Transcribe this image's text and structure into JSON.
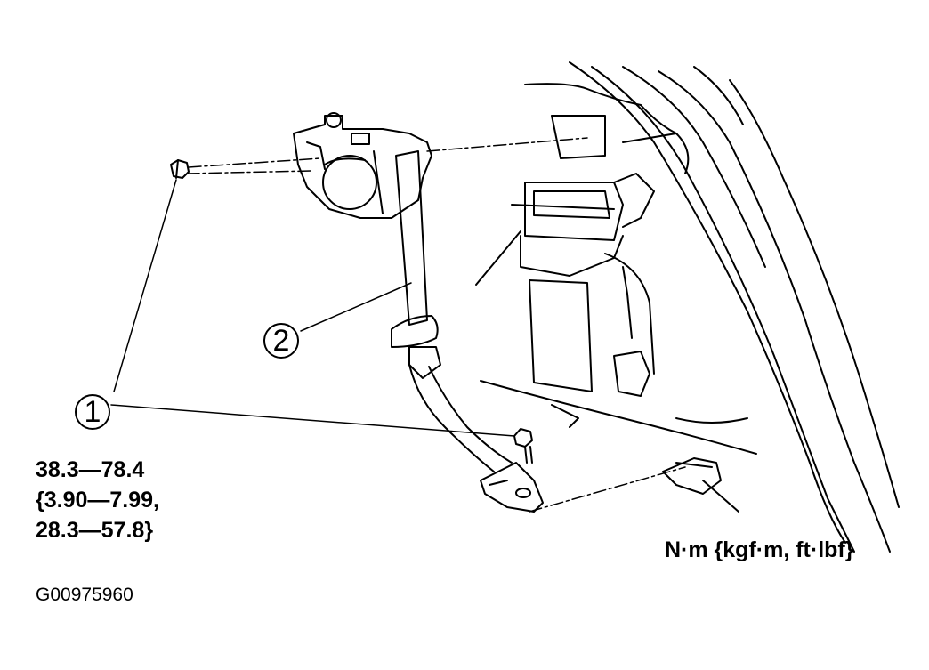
{
  "callouts": [
    {
      "id": "bolt",
      "number": "1"
    },
    {
      "id": "seat-belt",
      "number": "2"
    }
  ],
  "torque_spec": {
    "line1": "38.3—78.4",
    "line2": "{3.90—7.99,",
    "line3": "28.3—57.8}"
  },
  "units_label": "N·m {kgf·m, ft·lbf}",
  "figure_id": "G00975960"
}
